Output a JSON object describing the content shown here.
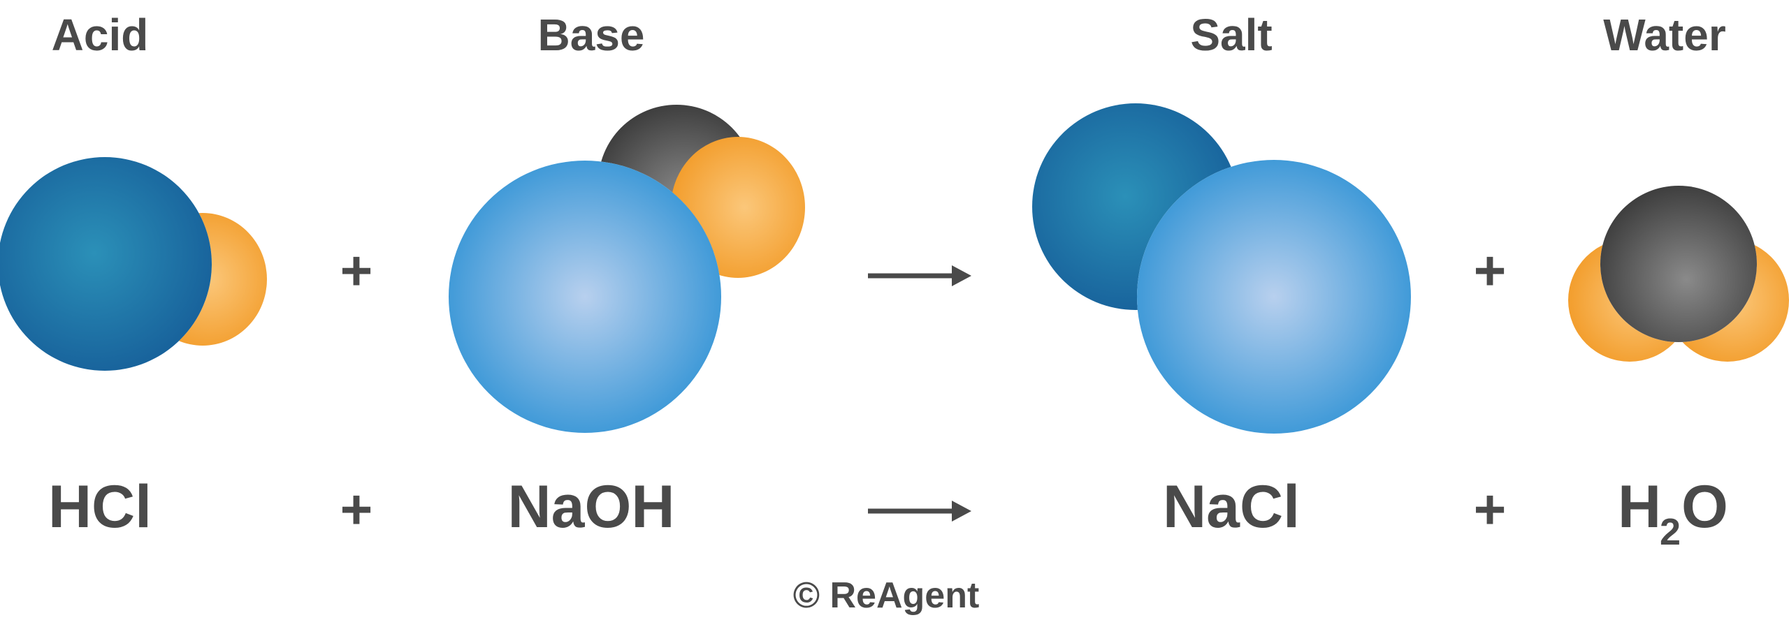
{
  "labels": {
    "acid": "Acid",
    "base": "Base",
    "salt": "Salt",
    "water": "Water"
  },
  "operators": {
    "plus": "+"
  },
  "formulas": {
    "acid": "HCl",
    "base": "NaOH",
    "salt": "NaCl",
    "water_main": "H",
    "water_subscript": "2",
    "water_tail": "O"
  },
  "copyright": "© ReAgent",
  "colors": {
    "text": "#4a4a4a",
    "dark_blue_atom": "#1a6aa0",
    "light_blue_atom": "#3a9ad9",
    "orange_atom": "#f39a25",
    "gray_atom": "#4d4d4d",
    "arrow": "#4a4a4a"
  }
}
